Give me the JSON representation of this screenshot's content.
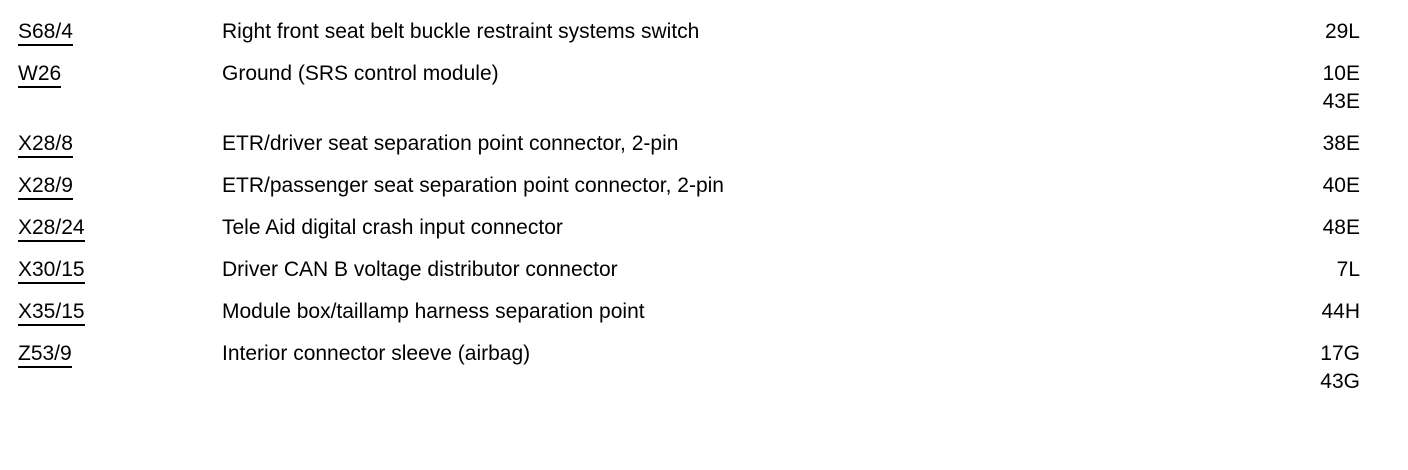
{
  "document": {
    "type": "component-location-index",
    "background_color": "#ffffff",
    "text_color": "#000000",
    "columns": {
      "code_header": "",
      "description_header": "",
      "location_header": ""
    },
    "rows": [
      {
        "code": "S68/4",
        "description": "Right front seat belt buckle restraint systems switch",
        "locations": [
          "29L"
        ]
      },
      {
        "code": "W26",
        "description": "Ground (SRS control module)",
        "locations": [
          "10E",
          "43E"
        ]
      },
      {
        "code": "X28/8",
        "description": "ETR/driver seat separation point connector, 2-pin",
        "locations": [
          "38E"
        ]
      },
      {
        "code": "X28/9",
        "description": "ETR/passenger seat separation point connector, 2-pin",
        "locations": [
          "40E"
        ]
      },
      {
        "code": "X28/24",
        "description": "Tele Aid digital crash input connector",
        "locations": [
          "48E"
        ]
      },
      {
        "code": "X30/15",
        "description": "Driver CAN B voltage distributor connector",
        "locations": [
          "7L"
        ]
      },
      {
        "code": "X35/15",
        "description": "Module box/taillamp harness separation point",
        "locations": [
          "44H"
        ]
      },
      {
        "code": "Z53/9",
        "description": "Interior connector sleeve (airbag)",
        "locations": [
          "17G",
          "43G"
        ]
      }
    ]
  }
}
